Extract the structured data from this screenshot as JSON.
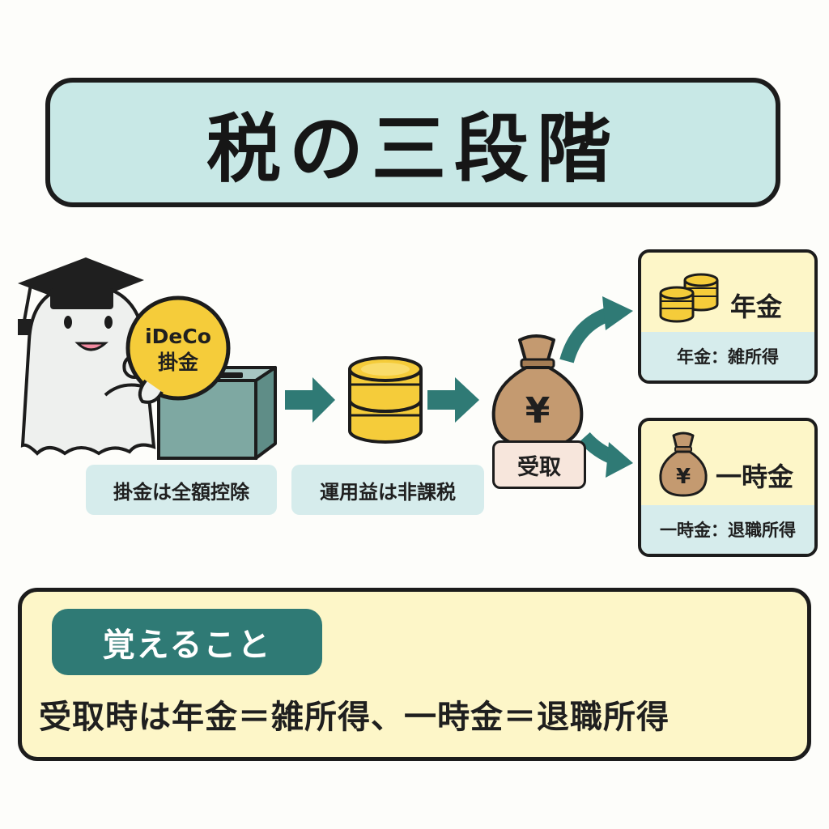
{
  "title": "税の三段階",
  "steps": [
    {
      "coin_text_1": "iDeCo",
      "coin_text_2": "掛金",
      "label": "掛金は全額控除"
    },
    {
      "label": "運用益は非課税"
    },
    {
      "bag_symbol": "¥",
      "label": "受取"
    }
  ],
  "outputs": [
    {
      "title": "年金",
      "detail": "年金：雑所得"
    },
    {
      "title": "一時金",
      "detail": "一時金：退職所得",
      "bag_symbol": "¥"
    }
  ],
  "memo": {
    "heading": "覚えること",
    "text": "受取時は年金＝雑所得、一時金＝退職所得"
  },
  "colors": {
    "teal": "#2f7a75",
    "light_teal": "#c8e8e6",
    "cream": "#fdf6c8",
    "gold": "#f5cc3a",
    "bag": "#c49a70"
  }
}
